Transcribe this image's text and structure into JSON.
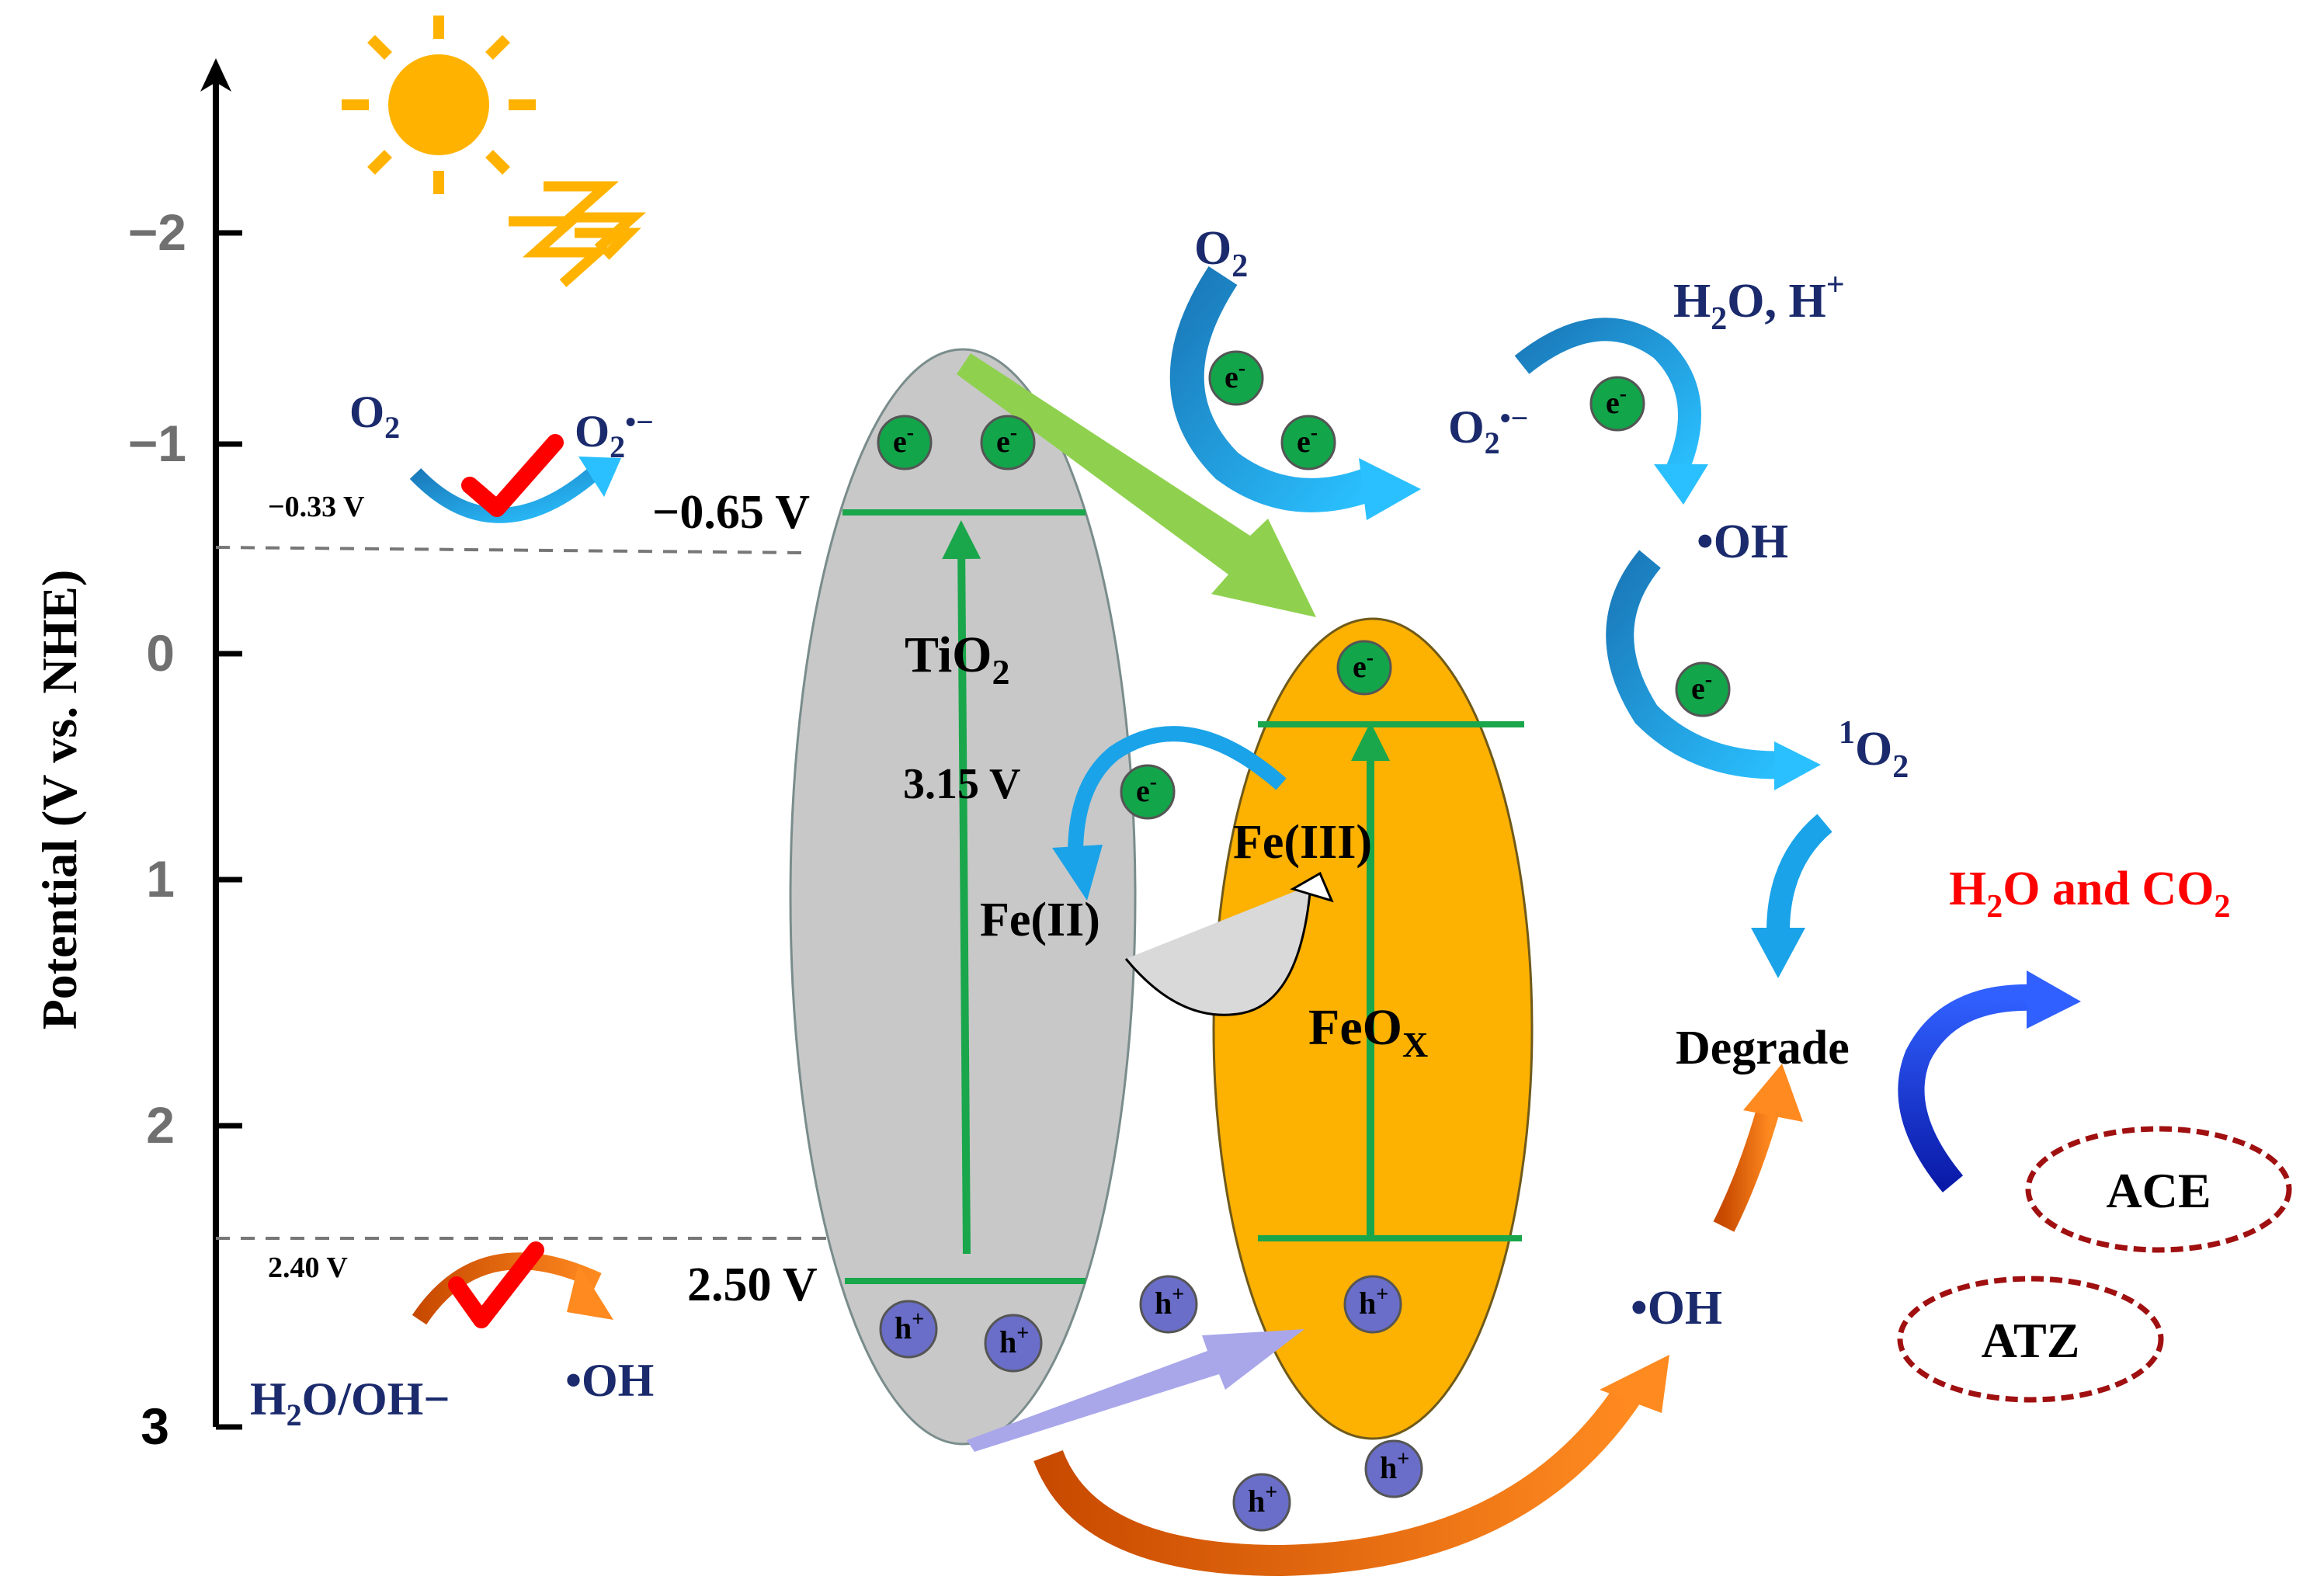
{
  "axis": {
    "label": "Potential (V vs. NHE)",
    "ticks": [
      "−2",
      "−1",
      "0",
      "1",
      "2",
      "3"
    ]
  },
  "potentials": {
    "o2_reduction": "−0.33 V",
    "oh_oxidation": "2.40 V",
    "tio2_cb": "−0.65 V",
    "tio2_vb": "2.50 V",
    "band_gap": "3.15 V"
  },
  "labels": {
    "tio2_main": "TiO",
    "tio2_sub": "2",
    "feox_main": "FeO",
    "feox_sub": "X",
    "fe_ii": "Fe(II)",
    "fe_iii": "Fe(III)",
    "electron": "e",
    "electron_sup": "-",
    "hole": "h",
    "hole_sup": "+",
    "o2_main": "O",
    "o2_sub": "2",
    "superoxide_main": "O",
    "superoxide_sub": "2",
    "superoxide_sup": "•−",
    "h2o_oh": "H",
    "h2o_oh_sub": "2",
    "h2o_oh_rest": "O/OH−",
    "oh_radical": "•OH",
    "h2o_h_a": "H",
    "h2o_h_sub": "2",
    "h2o_h_b": "O, H",
    "h2o_h_sup": "+",
    "singlet_sup": "1",
    "singlet_main": "O",
    "singlet_sub": "2",
    "degrade": "Degrade",
    "products_a": "H",
    "products_sub": "2",
    "products_b": "O and CO",
    "products_sub2": "2",
    "ace": "ACE",
    "atz": "ATZ"
  },
  "colors": {
    "navy": "#1a2a6c",
    "tio2_fill": "#c8c8c8",
    "feox_fill": "#fdb100",
    "band_line": "#1aa64b",
    "electron": "#12a54a",
    "hole": "#6a6ec8",
    "sky_arrow": "#1aa3e8",
    "orange_arrow": "#ff7a1a",
    "blue_arrow": "#1c2fe0",
    "products": "#ff0000",
    "pollutant_ring": "#a01010",
    "sun": "#ffb300"
  }
}
